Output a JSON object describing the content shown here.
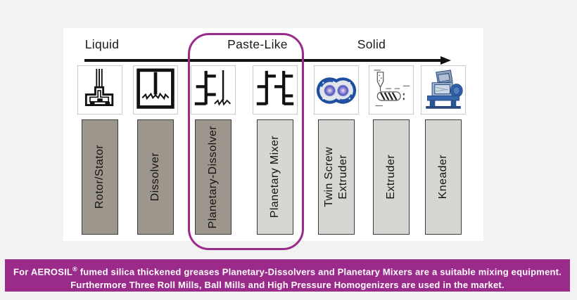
{
  "header": {
    "sections": [
      {
        "label": "Liquid"
      },
      {
        "label": "Paste-Like"
      },
      {
        "label": "Solid"
      }
    ]
  },
  "equipment": [
    {
      "lines": [
        "Rotor/Stator"
      ],
      "section": "Liquid",
      "icon": "rotor-stator-icon",
      "shade": "dark",
      "highlighted": false
    },
    {
      "lines": [
        "Dissolver"
      ],
      "section": "Liquid",
      "icon": "dissolver-icon",
      "shade": "dark",
      "highlighted": false
    },
    {
      "lines": [
        "Planetary-Dissolver"
      ],
      "section": "Paste-Like",
      "icon": "planetary-dissolver-icon",
      "shade": "dark",
      "highlighted": true
    },
    {
      "lines": [
        "Planetary Mixer"
      ],
      "section": "Paste-Like",
      "icon": "planetary-mixer-icon",
      "shade": "light",
      "highlighted": true
    },
    {
      "lines": [
        "Twin Screw",
        "Extruder"
      ],
      "section": "Solid",
      "icon": "twin-screw-extruder-icon",
      "shade": "light",
      "highlighted": false
    },
    {
      "lines": [
        "Extruder"
      ],
      "section": "Solid",
      "icon": "extruder-icon",
      "shade": "light",
      "highlighted": false
    },
    {
      "lines": [
        "Kneader"
      ],
      "section": "Solid",
      "icon": "kneader-icon",
      "shade": "light",
      "highlighted": false
    }
  ],
  "banner": {
    "line1_pre": "For AEROSIL",
    "line1_sup": "®",
    "line1_post": " fumed silica thickened greases Planetary-Dissolvers and Planetary Mixers are a suitable mixing equipment.",
    "line2": "Furthermore Three Roll Mills, Ball Mills and High Pressure Homogenizers are used in the market."
  },
  "colors": {
    "accent_purple": "#9b2b8a",
    "banner_background": "#9b2b8a",
    "bar_dark": "#9d968c",
    "bar_light": "#d8d6d3",
    "panel_background": "#ffffff",
    "page_background": "#f3f2f2",
    "line_black": "#111111"
  }
}
